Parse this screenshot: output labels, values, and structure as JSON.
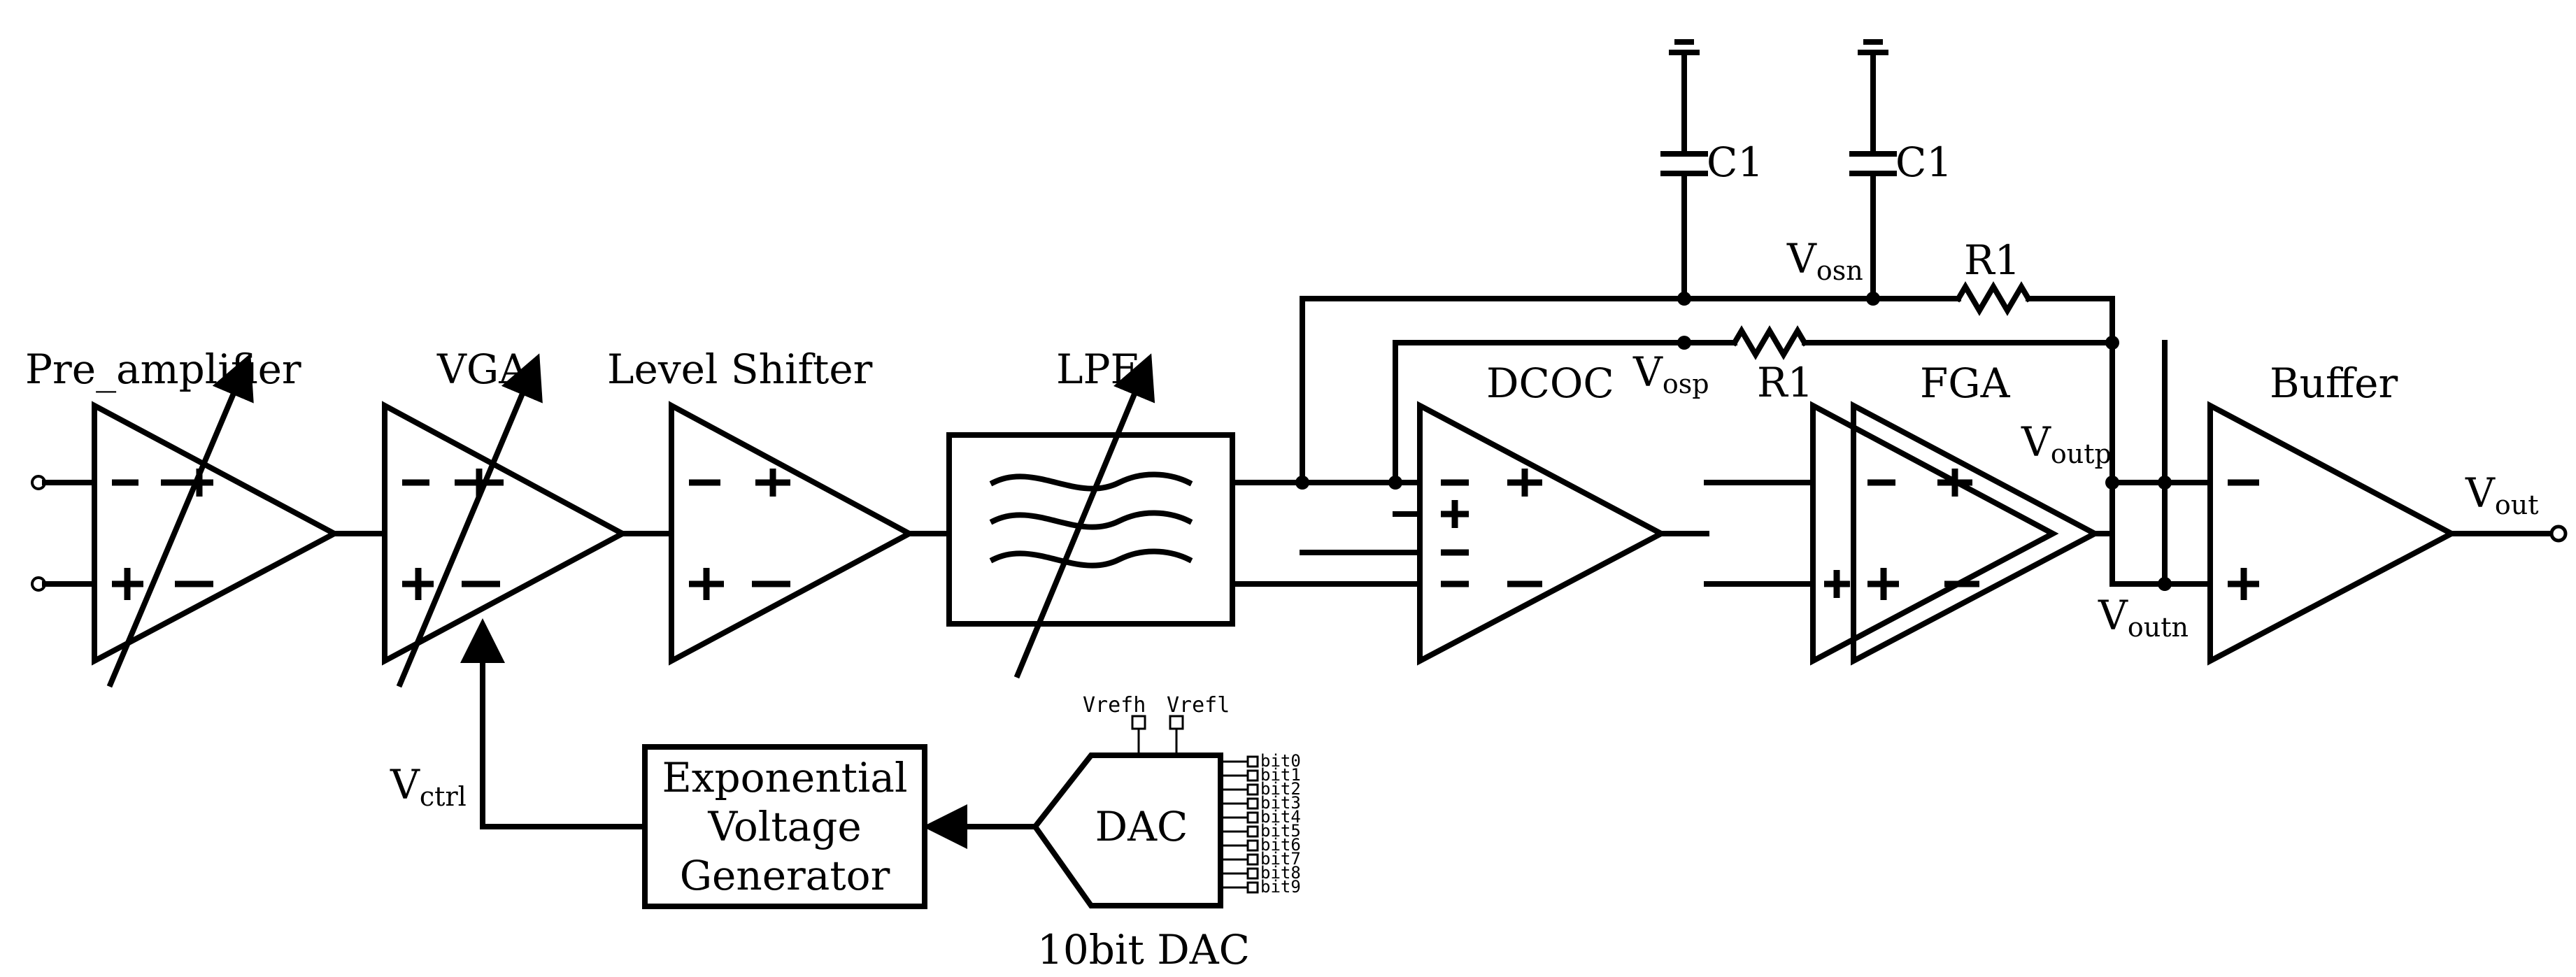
{
  "blocks": {
    "pre_amplifier": "Pre_amplifier",
    "vga": "VGA",
    "level_shifter": "Level Shifter",
    "lpf": "LPF",
    "dcoc": "DCOC",
    "fga": "FGA",
    "buffer": "Buffer",
    "exp_gen": [
      "Exponential",
      "Voltage",
      "Generator"
    ],
    "dac": "DAC",
    "dac_caption": "10bit DAC"
  },
  "components": {
    "cap_top": "C1",
    "cap_right": "C1",
    "res_top": "R1",
    "res_bottom": "R1"
  },
  "nodes": {
    "vosn": {
      "main": "V",
      "sub": "osn"
    },
    "vosp": {
      "main": "V",
      "sub": "osp"
    },
    "voutp": {
      "main": "V",
      "sub": "outp"
    },
    "voutn": {
      "main": "V",
      "sub": "outn"
    },
    "vout": {
      "main": "V",
      "sub": "out"
    },
    "vctrl": {
      "main": "V",
      "sub": "ctrl"
    }
  },
  "dac_refs": {
    "high": "Vrefh",
    "low": "Vrefl"
  },
  "dac_bits": [
    "bit0",
    "bit1",
    "bit2",
    "bit3",
    "bit4",
    "bit5",
    "bit6",
    "bit7",
    "bit8",
    "bit9"
  ]
}
